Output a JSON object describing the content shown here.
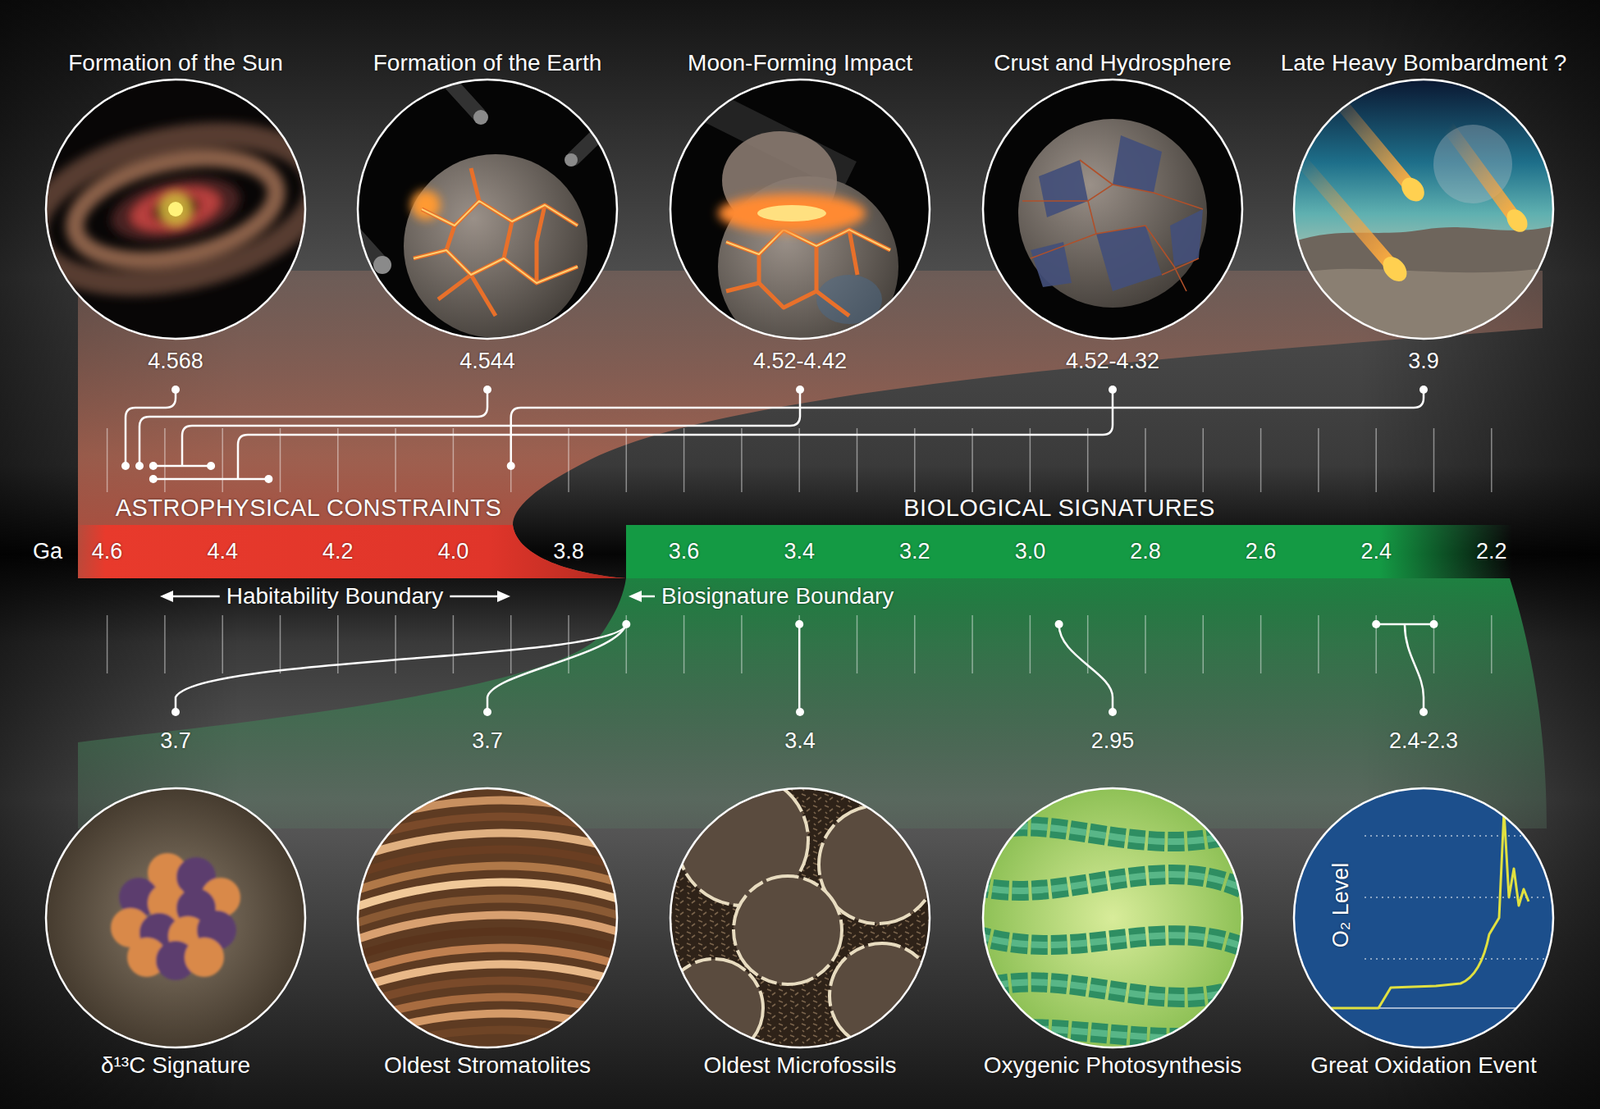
{
  "diagram": {
    "nodes": [
      {
        "text": [
          "Formation of the Sun",
          "4.568"
        ]
      },
      {
        "text": [
          "Formation of the Earth",
          "4.544"
        ]
      },
      {
        "text": [
          "Moon-Forming Impact",
          "4.52-4.42"
        ]
      },
      {
        "text": [
          "Crust and Hydrosphere",
          "4.52-4.32"
        ]
      },
      {
        "text": [
          "Late Heavy Bombardment ?",
          "3.9"
        ]
      },
      {
        "text": [
          "δ¹³C Signature",
          "3.7"
        ]
      },
      {
        "text": [
          "Oldest Stromatolites",
          "3.7"
        ]
      },
      {
        "text": [
          "Oldest Microfossils",
          "3.4"
        ]
      },
      {
        "text": [
          "Oxygenic Photosynthesis",
          "2.95"
        ]
      },
      {
        "text": [
          "Great Oxidation Event",
          "2.4-2.3",
          "O₂ Level"
        ]
      }
    ],
    "labels": [
      "ASTROPHYSICAL CONSTRAINTS",
      "BIOLOGICAL SIGNATURES",
      "Ga",
      "4.6",
      "4.4",
      "4.2",
      "4.0",
      "3.8",
      "3.6",
      "3.4",
      "3.2",
      "3.0",
      "2.8",
      "2.6",
      "2.4",
      "2.2",
      "Habitability Boundary",
      "Biosignature Boundary"
    ]
  }
}
